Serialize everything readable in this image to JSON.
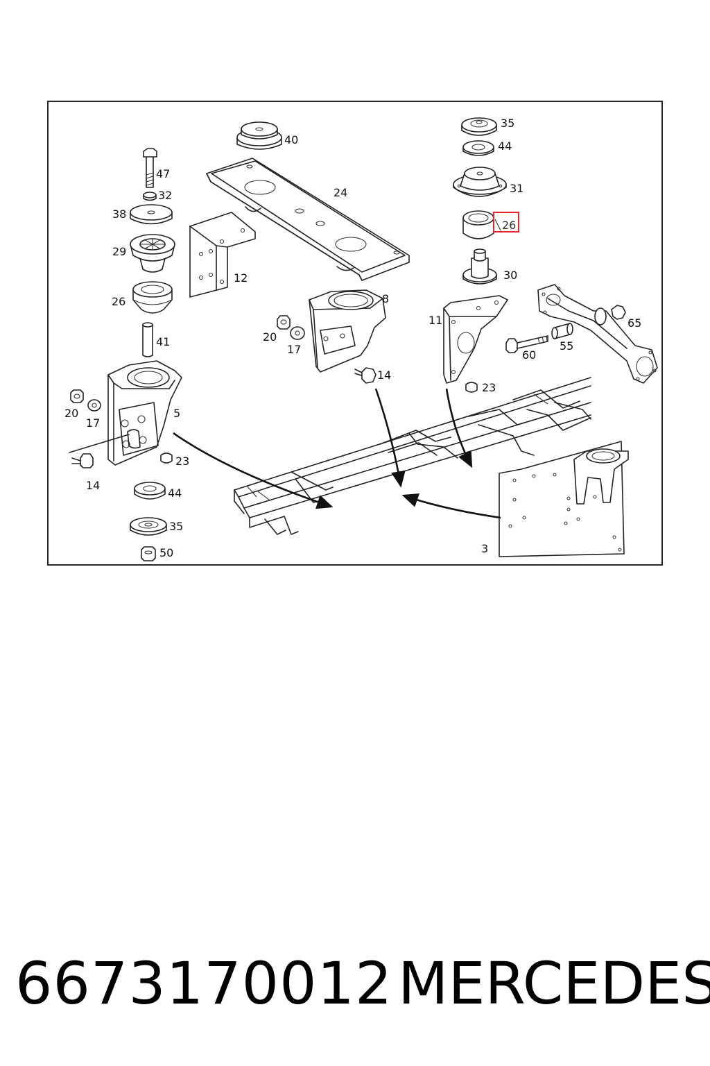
{
  "callouts": {
    "c40": "40",
    "c24": "24",
    "c12": "12",
    "c47": "47",
    "c32": "32",
    "c38": "38",
    "c29": "29",
    "c26a": "26",
    "c41": "41",
    "c8": "8",
    "c20a": "20",
    "c17a": "17",
    "c14a": "14",
    "c35a": "35",
    "c44a": "44",
    "c31": "31",
    "c26b": "26",
    "c30": "30",
    "c11": "11",
    "c23a": "23",
    "c65": "65",
    "c55": "55",
    "c60": "60",
    "c20b": "20",
    "c17b": "17",
    "c5": "5",
    "c14b": "14",
    "c23b": "23",
    "c44b": "44",
    "c35b": "35",
    "c50": "50",
    "c3": "3"
  },
  "highlight": {
    "color": "#e8262b",
    "target": "26"
  },
  "footer": {
    "part_number": "6673170012",
    "brand": "MERCEDES"
  }
}
